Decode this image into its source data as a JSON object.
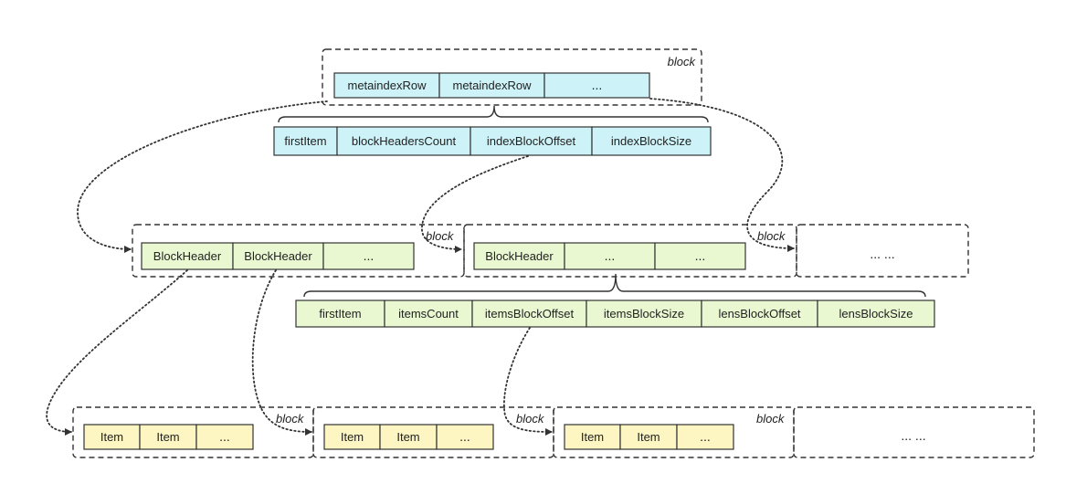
{
  "colors": {
    "metaindex": "#cdf3f8",
    "blockheader": "#eaf8d2",
    "item": "#fdf6c2",
    "line": "#333333"
  },
  "labels": {
    "block": "block",
    "ellipsis": "...",
    "more": "... ..."
  },
  "metaindex": {
    "row_cells": [
      "metaindexRow",
      "metaindexRow",
      "..."
    ],
    "fields": [
      "firstItem",
      "blockHeadersCount",
      "indexBlockOffset",
      "indexBlockSize"
    ]
  },
  "index": {
    "block1_cells": [
      "BlockHeader",
      "BlockHeader",
      "..."
    ],
    "block2_cells": [
      "BlockHeader",
      "...",
      "..."
    ],
    "fields": [
      "firstItem",
      "itemsCount",
      "itemsBlockOffset",
      "itemsBlockSize",
      "lensBlockOffset",
      "lensBlockSize"
    ]
  },
  "items": {
    "block_cells": [
      "Item",
      "Item",
      "..."
    ]
  }
}
